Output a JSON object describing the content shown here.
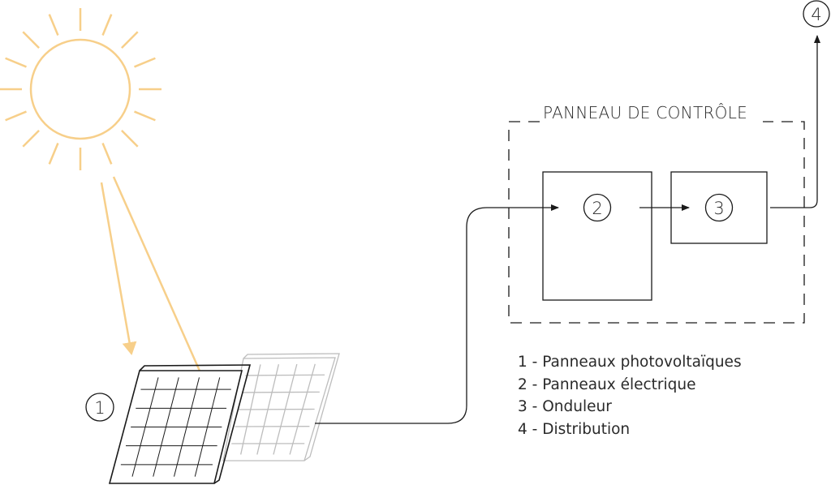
{
  "colors": {
    "sun": "#f7cf8a",
    "line": "#1a1a1a",
    "ghost": "#bdbdbd"
  },
  "panel_title": "PANNEAU DE CONTRÔLE",
  "markers": [
    "1",
    "2",
    "3",
    "4"
  ],
  "legend": [
    "1 - Panneaux photovoltaïques",
    "2 - Panneaux électrique",
    "3 - Onduleur",
    "4 - Distribution"
  ]
}
